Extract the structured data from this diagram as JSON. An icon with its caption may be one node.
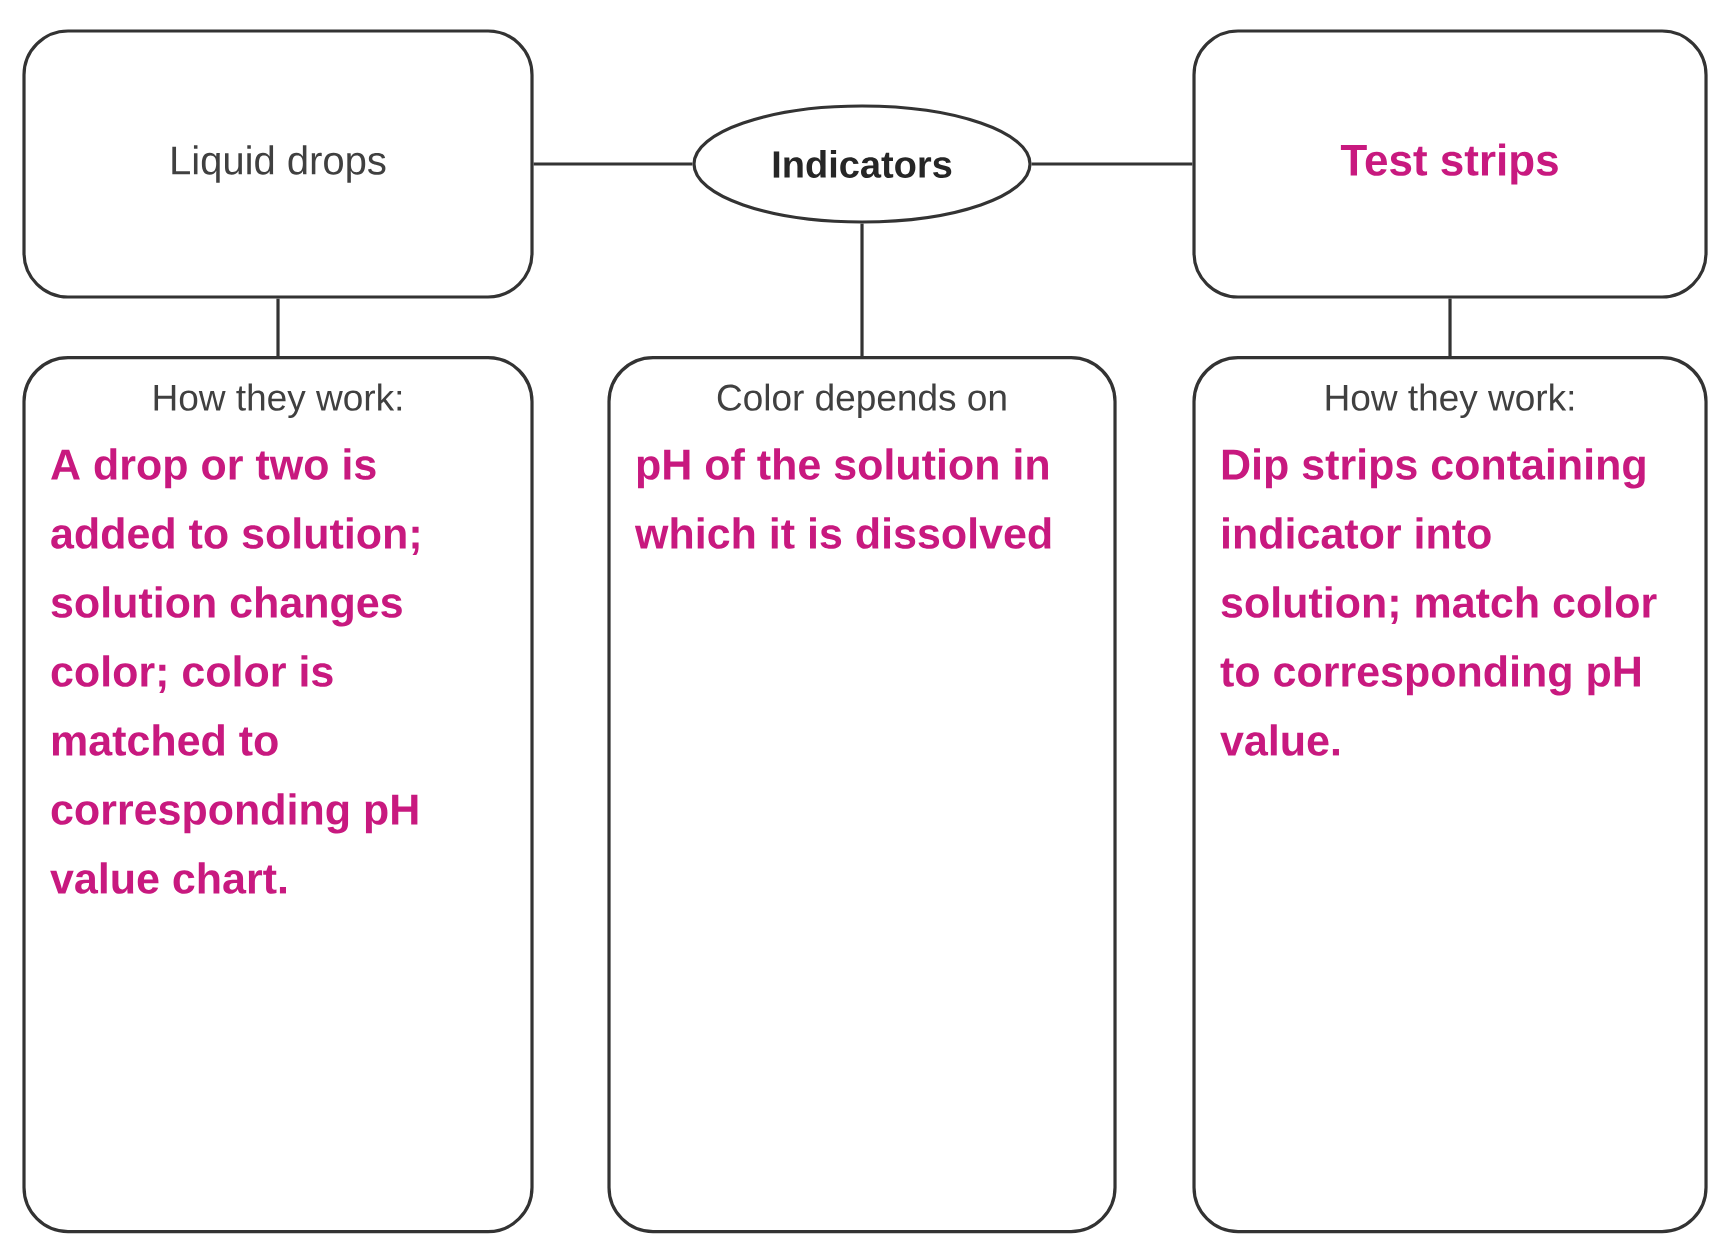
{
  "diagram": {
    "nodes": [
      {
        "text": [
          "Liquid drops"
        ]
      },
      {
        "text": [
          "Indicators"
        ]
      },
      {
        "text": [
          "Test strips"
        ]
      },
      {
        "text": [
          "How they work:",
          "A drop or two is added to solution; solution changes color; color is matched to corresponding pH value chart."
        ]
      },
      {
        "text": [
          "Color depends on",
          "pH of the solution in which it is dissolved"
        ]
      },
      {
        "text": [
          "How they work:",
          "Dip strips containing indicator into solution; match color to corresponding pH value."
        ]
      }
    ],
    "edges": [
      {
        "from": 1,
        "to": 0,
        "arrow": "none"
      },
      {
        "from": 1,
        "to": 2,
        "arrow": "none"
      },
      {
        "from": 0,
        "to": 3,
        "arrow": "none"
      },
      {
        "from": 1,
        "to": 4,
        "arrow": "none"
      },
      {
        "from": 2,
        "to": 5,
        "arrow": "none"
      }
    ]
  }
}
